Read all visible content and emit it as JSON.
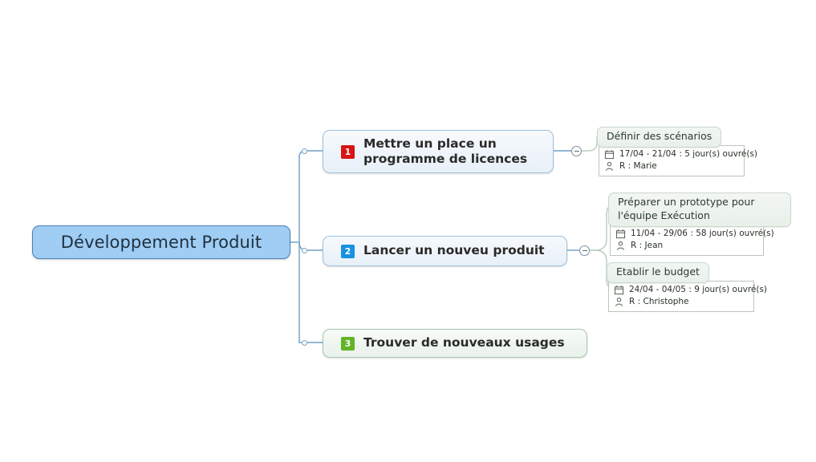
{
  "mindmap": {
    "root": {
      "label": "Développement Produit",
      "color": "#9fcdf4"
    },
    "branches": [
      {
        "number": "1",
        "badge_color": "#d81515",
        "label": "Mettre un place un programme de licences",
        "label_line1": "Mettre un place un",
        "label_line2": "programme de licences",
        "toggle": "collapse-toggle",
        "subnodes": [
          {
            "title": "Définir des scénarios",
            "dates": "17/04 - 21/04 : 5 jour(s) ouvré(s)",
            "resource": "R : Marie",
            "calendar_icon": "calendar-icon",
            "person_icon": "person-icon"
          }
        ]
      },
      {
        "number": "2",
        "badge_color": "#1a90e2",
        "label": "Lancer un nouveu produit",
        "toggle": "collapse-toggle",
        "subnodes": [
          {
            "title": "Préparer un prototype pour l'équipe Exécution",
            "dates": "11/04 - 29/06 : 58 jour(s) ouvré(s)",
            "resource": "R : Jean",
            "calendar_icon": "calendar-icon",
            "person_icon": "person-icon"
          },
          {
            "title": "Etablir le budget",
            "dates": "24/04 - 04/05 : 9 jour(s) ouvré(s)",
            "resource": "R : Christophe",
            "calendar_icon": "calendar-icon",
            "person_icon": "person-icon"
          }
        ]
      },
      {
        "number": "3",
        "badge_color": "#63b427",
        "label": "Trouver de nouveaux usages",
        "subnodes": []
      }
    ],
    "colors": {
      "connector": "#6f9fc6",
      "subnode_connector": "#b9cdbc",
      "root_border": "#4b7fb5",
      "branch_border": "#9fc0dc"
    }
  }
}
